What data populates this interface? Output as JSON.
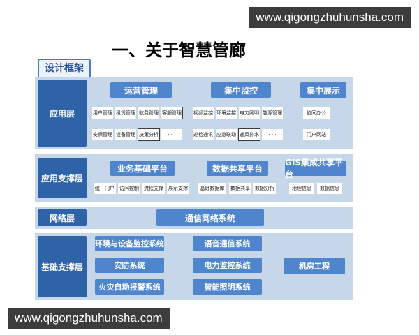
{
  "watermark": "www.qigongzhuhunsha.com",
  "title": "一、关于智慧管廊",
  "framework_tag": "设计框架",
  "layers": {
    "application": {
      "label": "应用层",
      "groups": [
        {
          "title": "运营管理",
          "items": [
            "用户管理",
            "租赁管理",
            "收费管理",
            "客服管理",
            "安保管理",
            "设备管理",
            "决策分析",
            "· · ·"
          ]
        },
        {
          "title": "集中监控",
          "items": [
            "视频监控",
            "环境监控",
            "电力照明",
            "能源管理",
            "巡检通讯",
            "应急联动",
            "通风排水",
            "· · ·"
          ]
        },
        {
          "title": "集中展示",
          "items": [
            "协同办公",
            "门户网站"
          ]
        }
      ]
    },
    "support": {
      "label": "应用支撑层",
      "groups": [
        {
          "title": "业务基础平台",
          "items": [
            "统一门户",
            "访问控制",
            "流程支撑",
            "展示支撑"
          ]
        },
        {
          "title": "数据共享平台",
          "items": [
            "基础数据库",
            "数据共享",
            "数据分析"
          ]
        },
        {
          "title": "GIS集成共享平台",
          "items": [
            "地理信息",
            "数据信息"
          ]
        }
      ]
    },
    "network": {
      "label": "网络层",
      "system": "通信网络系统"
    },
    "base": {
      "label": "基础支撑层",
      "left": [
        "环境与设备监控系统",
        "安防系统",
        "火灾自动报警系统"
      ],
      "middle": [
        "语音通信系统",
        "电力监控系统",
        "智能照明系统"
      ],
      "right": "机房工程"
    }
  }
}
